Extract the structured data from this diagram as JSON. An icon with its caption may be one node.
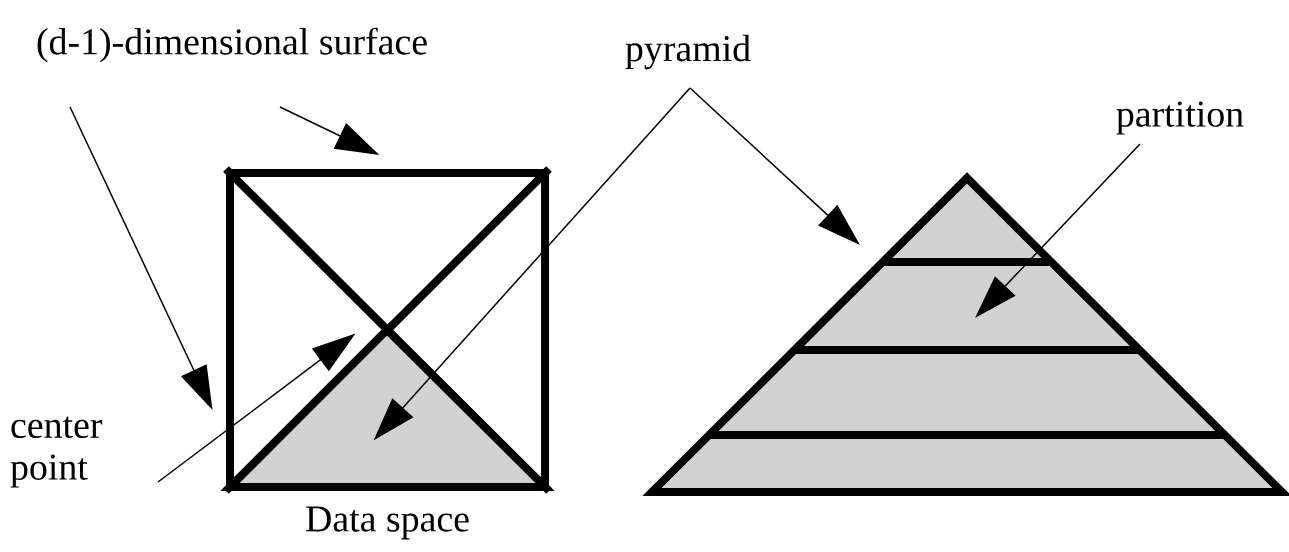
{
  "diagram": {
    "nodes": [
      {
        "text": [
          "(d-1)-dimensional surface"
        ]
      },
      {
        "text": [
          "center point"
        ]
      },
      {
        "text": [
          "pyramid"
        ]
      },
      {
        "text": [
          "partition"
        ]
      },
      {
        "text": [],
        "shape": "box",
        "beside": [
          "Data space"
        ]
      },
      {
        "text": [],
        "shape": "triangle",
        "in": 4
      },
      {
        "text": [],
        "shape": "triangle"
      },
      {
        "text": [],
        "shape": "triangle",
        "in": 6
      },
      {
        "text": [],
        "shape": "band",
        "in": 6
      },
      {
        "text": [],
        "shape": "band",
        "in": 6
      },
      {
        "text": [],
        "shape": "band",
        "in": 6
      }
    ],
    "edges": [
      {
        "from": 0,
        "to": 4,
        "arrow": "to"
      },
      {
        "from": 0,
        "to": 4,
        "arrow": "to"
      },
      {
        "from": 1,
        "to": 5,
        "arrow": "to"
      },
      {
        "from": 2,
        "to": 5,
        "arrow": "to"
      },
      {
        "from": 2,
        "to": 6,
        "arrow": "to"
      },
      {
        "from": 3,
        "to": 8,
        "arrow": "to"
      }
    ]
  }
}
